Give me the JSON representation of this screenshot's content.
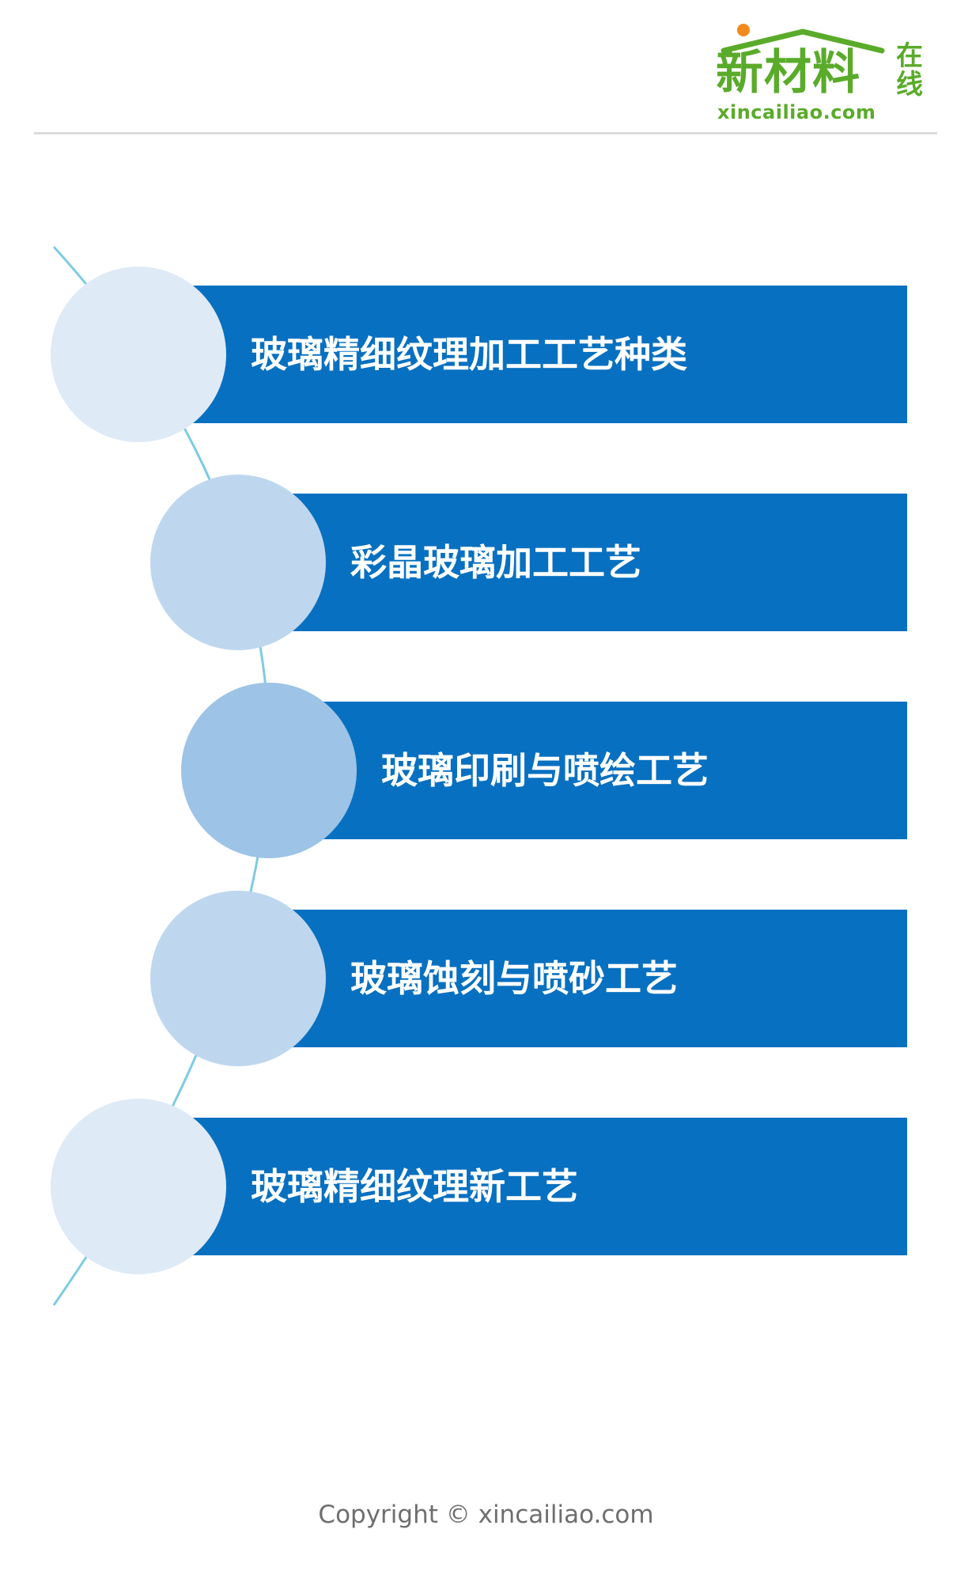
{
  "logo": {
    "name": "新材料",
    "side_text": "在线",
    "domain": "xincailiao.com",
    "color": "#5aab2a",
    "dot_color": "#f08a1c"
  },
  "items": [
    {
      "label": "玻璃精细纹理加工工艺种类",
      "circle_color": "#deeaf6"
    },
    {
      "label": "彩晶玻璃加工工艺",
      "circle_color": "#bed7ef"
    },
    {
      "label": "玻璃印刷与喷绘工艺",
      "circle_color": "#9dc3e6"
    },
    {
      "label": "玻璃蚀刻与喷砂工艺",
      "circle_color": "#bed7ef"
    },
    {
      "label": "玻璃精细纹理新工艺",
      "circle_color": "#deeaf6"
    }
  ],
  "bar_color": "#0870c0",
  "curve_color": "#7ecbe4",
  "footer": {
    "copyright": "Copyright © xincailiao.com"
  }
}
